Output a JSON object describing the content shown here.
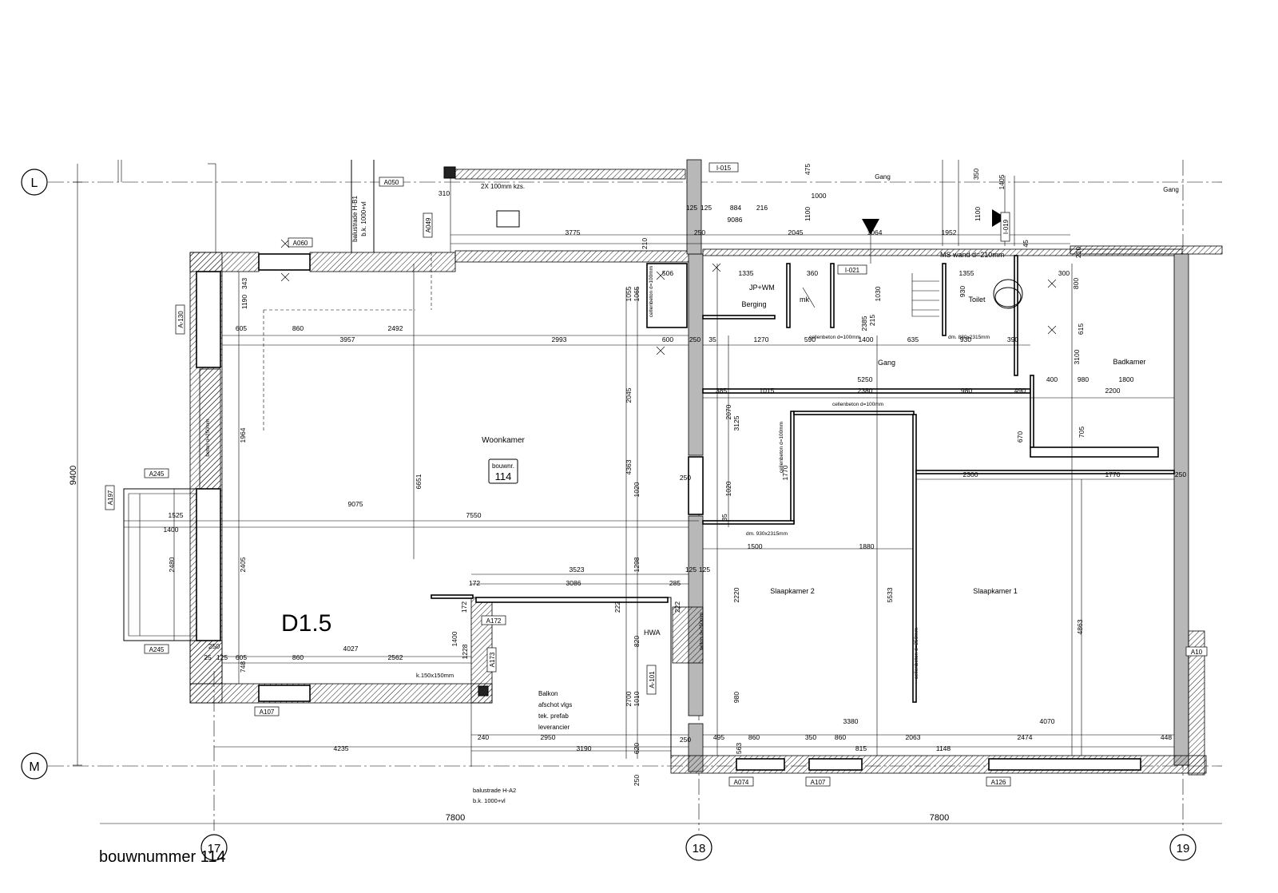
{
  "drawing": {
    "caption": "bouwnummer 114",
    "unit_code": "D1.5",
    "unit_badge_label": "bouwnr.",
    "unit_badge_number": "114",
    "grid_rows": [
      "L",
      "M"
    ],
    "grid_columns": [
      "17",
      "18",
      "19"
    ],
    "overall_dimensions": {
      "vertical": "9400",
      "bottom_left": "7800",
      "bottom_right": "7800"
    },
    "rooms": [
      "Woonkamer",
      "Berging",
      "mk",
      "Toilet",
      "Gang",
      "Gang",
      "Gang",
      "Badkamer",
      "Slaapkamer 2",
      "Slaapkamer 1"
    ],
    "notes": [
      "2X 100mm kzs.",
      "MS wand d=210mm",
      "balustrade H-B1",
      "b.k. 1000+vl",
      "balustrade H-A2",
      "b.k. 1000+vl",
      "HWA",
      "k.150x150mm",
      "JP+WM",
      "Balkon",
      "afschot vlgs",
      "tek. prefab",
      "leverancier"
    ],
    "tags": [
      "A050",
      "A049",
      "A060",
      "I-015",
      "I-019",
      "I-021",
      "A-130",
      "A245",
      "A197",
      "A245",
      "A172",
      "A173",
      "A107",
      "A-101",
      "A074",
      "A107",
      "A126",
      "A10"
    ],
    "wall_labels": [
      "beton d=250mm",
      "cellenbeton d=100mm",
      "cellenbeton d=100mm",
      "cellenbeton d=100mm",
      "dm. 930x2315mm",
      "dm. 880x2315mm",
      "cellenbeton d=100mm",
      "cellenbeton d=250mm",
      "beton d=250mm"
    ],
    "dimensions": [
      "310",
      "1000",
      "125",
      "125",
      "884",
      "216",
      "9086",
      "1100",
      "3775",
      "250",
      "2045",
      "1064",
      "1952",
      "45",
      "1405",
      "350",
      "1100",
      "475",
      "210",
      "210",
      "506",
      "1335",
      "360",
      "1355",
      "300",
      "343",
      "1190",
      "1055",
      "1065",
      "1030",
      "930",
      "800",
      "605",
      "860",
      "2492",
      "2993",
      "3957",
      "600",
      "250",
      "35",
      "1270",
      "590",
      "1400",
      "635",
      "930",
      "390",
      "2385",
      "215",
      "615",
      "3100",
      "385",
      "1015",
      "5250",
      "2380",
      "980",
      "490",
      "400",
      "980",
      "1800",
      "2200",
      "2045",
      "2070",
      "3125",
      "1964",
      "670",
      "705",
      "1770",
      "2300",
      "1770",
      "4363",
      "1020",
      "6651",
      "9075",
      "1525",
      "7550",
      "1020",
      "1400",
      "35",
      "1500",
      "1880",
      "2480",
      "2405",
      "1298",
      "3523",
      "125",
      "125",
      "172",
      "3086",
      "285",
      "222",
      "222",
      "2220",
      "5533",
      "4863",
      "172",
      "4027",
      "1400",
      "1228",
      "820",
      "25",
      "125",
      "605",
      "860",
      "2562",
      "748",
      "2700",
      "1010",
      "980",
      "3380",
      "4070",
      "240",
      "2950",
      "495",
      "860",
      "350",
      "860",
      "2063",
      "2474",
      "448",
      "4235",
      "3190",
      "620",
      "563",
      "815",
      "1148",
      "250",
      "250",
      "250",
      "250",
      "250"
    ],
    "colors": {
      "line": "#000000",
      "hatch": "#000000",
      "background": "#ffffff",
      "grey_fill": "#b8b8b8"
    }
  }
}
